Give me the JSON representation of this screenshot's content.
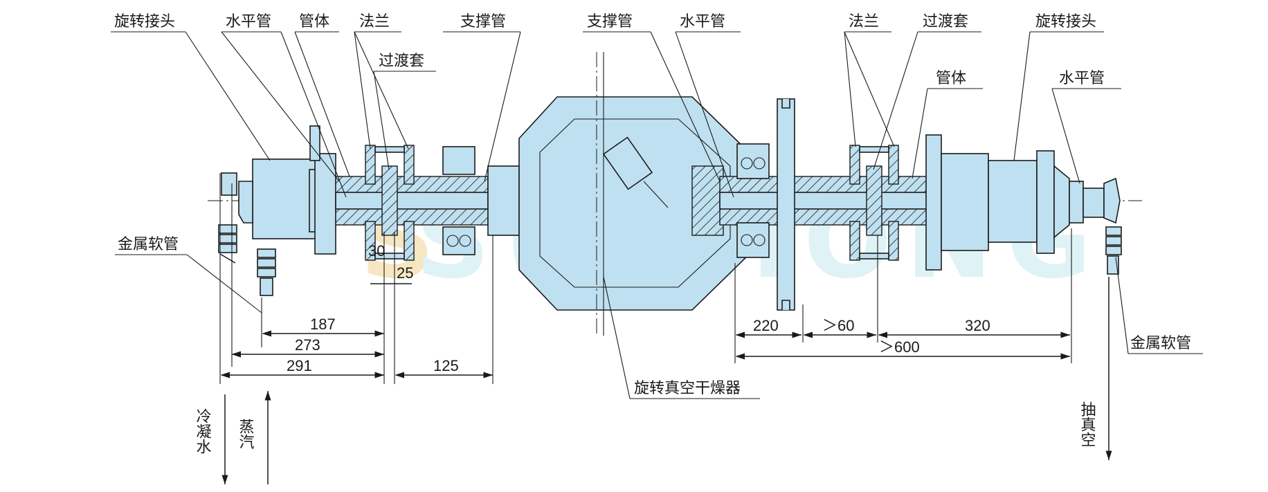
{
  "colors": {
    "part_fill": "#bfe0f0",
    "line": "#1a1a1a",
    "watermark_main": "#dff2f6",
    "watermark_accent": "#f6e7c2"
  },
  "watermark": "SUNHONG",
  "labels": {
    "rotary_joint_left": "旋转接头",
    "horizontal_pipe_left": "水平管",
    "pipe_body_left": "管体",
    "flange_left": "法兰",
    "support_pipe_left": "支撑管",
    "transition_sleeve_left": "过渡套",
    "metal_hose_left": "金属软管",
    "support_pipe_right": "支撑管",
    "horizontal_pipe_mid": "水平管",
    "flange_right": "法兰",
    "transition_sleeve_right": "过渡套",
    "rotary_joint_right": "旋转接头",
    "pipe_body_right": "管体",
    "horizontal_pipe_right": "水平管",
    "metal_hose_right": "金属软管",
    "dryer": "旋转真空干燥器",
    "condensate": "冷凝水",
    "steam": "蒸汽",
    "vacuum": "抽真空"
  },
  "dimensions": {
    "d187": "187",
    "d273": "273",
    "d291": "291",
    "d125": "125",
    "d30": "30",
    "d25": "25",
    "d220": "220",
    "d60": "＞60",
    "d320": "320",
    "d600": "＞600"
  }
}
